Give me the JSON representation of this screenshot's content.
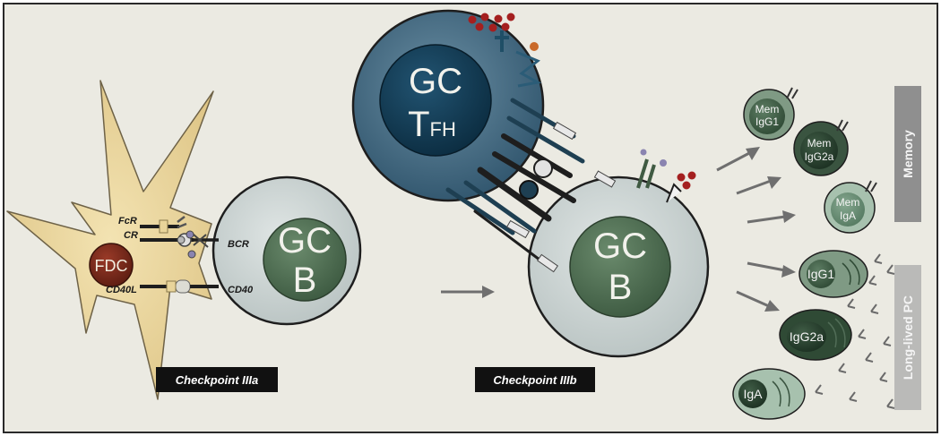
{
  "cells": {
    "fdc": "FDC",
    "gc_b_left": [
      "GC",
      "B"
    ],
    "gc_tfh": [
      "GC",
      "T",
      "FH"
    ],
    "gc_b_right": [
      "GC",
      "B"
    ]
  },
  "receptors": {
    "fcr": "FcR",
    "cr": "CR",
    "cd40l": "CD40L",
    "bcr": "BCR",
    "cd40": "CD40"
  },
  "checkpoints": {
    "a": "Checkpoint IIIa",
    "b": "Checkpoint IIIb"
  },
  "memory": {
    "heading": "Memory",
    "cells": [
      [
        "Mem",
        "IgG1"
      ],
      [
        "Mem",
        "IgG2a"
      ],
      [
        "Mem",
        "IgA"
      ]
    ]
  },
  "plasma": {
    "heading": "Long-lived PC",
    "cells": [
      "IgG1",
      "IgG2a",
      "IgA"
    ]
  },
  "colors": {
    "background": "#ebeae2",
    "fdc_body": "#e8d49a",
    "fdc_nucleus": "#7a2a1c",
    "b_cell": "#cfd6d5",
    "b_nucleus": "#4f6b52",
    "tfh_cell": "#4e7288",
    "tfh_nucleus": "#17405a",
    "label_box": "#8f8f8f"
  }
}
